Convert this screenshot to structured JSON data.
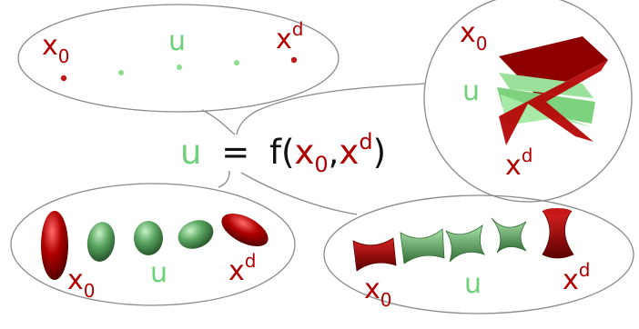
{
  "colors": {
    "red": "#b00000",
    "green": "#6fd07a",
    "shape_green": "#5aa660",
    "outline": "#8a8a8a",
    "text": "#111111"
  },
  "equation": {
    "lhs": "u",
    "eq": "=",
    "func": "f(",
    "arg1": "x",
    "arg1_sub": "0",
    "comma": ",",
    "arg2": "x",
    "arg2_sup": "d",
    "close": ")"
  },
  "points_panel": {
    "x0": "x",
    "x0_sub": "0",
    "u": "u",
    "xd": "x",
    "xd_sup": "d"
  },
  "planes_panel": {
    "x0": "x",
    "x0_sub": "0",
    "u": "u",
    "xd": "x",
    "xd_sup": "d"
  },
  "ellipsoids_panel": {
    "x0": "x",
    "x0_sub": "0",
    "u": "u",
    "xd": "x",
    "xd_sup": "d"
  },
  "surfaces_panel": {
    "x0": "x",
    "x0_sub": "0",
    "u": "u",
    "xd": "x",
    "xd_sup": "d"
  }
}
